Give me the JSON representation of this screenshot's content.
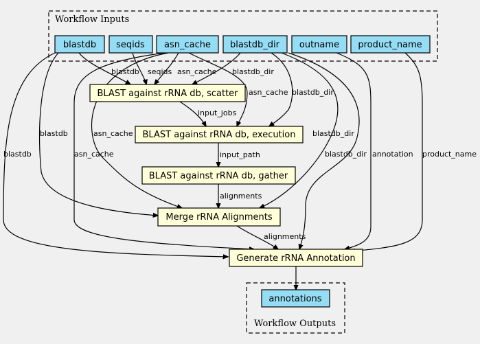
{
  "clusters": {
    "inputs_label": "Workflow Inputs",
    "outputs_label": "Workflow Outputs"
  },
  "inputs": [
    "blastdb",
    "seqids",
    "asn_cache",
    "blastdb_dir",
    "outname",
    "product_name"
  ],
  "steps": {
    "scatter": "BLAST against rRNA db, scatter",
    "execution": "BLAST against rRNA db, execution",
    "gather": "BLAST against rRNA db, gather",
    "merge": "Merge rRNA Alignments",
    "generate": "Generate rRNA Annotation"
  },
  "outputs": [
    "annotations"
  ],
  "edge_labels": {
    "blastdb_scatter": "blastdb",
    "seqids_scatter": "seqids",
    "asn_scatter": "asn_cache",
    "dir_scatter": "blastdb_dir",
    "asn_exec": "asn_cache",
    "dir_exec": "blastdb_dir",
    "scatter_exec": "input_jobs",
    "exec_gather": "input_path",
    "gather_merge": "alignments",
    "blastdb_merge": "blastdb",
    "asn_merge": "asn_cache",
    "dir_merge": "blastdb_dir",
    "merge_generate": "alignments",
    "blastdb_generate": "blastdb",
    "asn_generate": "asn_cache",
    "dir_generate": "blastdb_dir",
    "outname_generate": "annotation",
    "product_generate": "product_name"
  },
  "colors": {
    "input_fill": "#94ddf4",
    "step_fill": "#ffffd8",
    "background": "#f0f0f0"
  }
}
